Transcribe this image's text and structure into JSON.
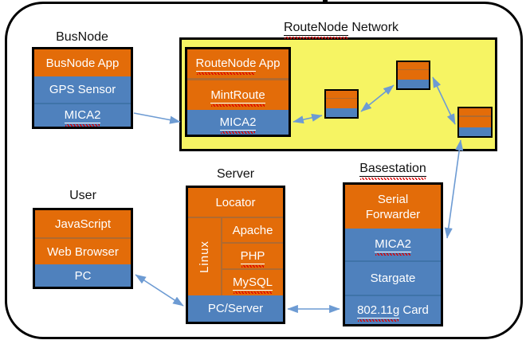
{
  "colors": {
    "orange": "#E36C09",
    "blue": "#4F81BD",
    "yellow": "#F6F463",
    "arrow": "#6D9BD3",
    "divider_orange": "#B06A30",
    "divider_blue": "#3F73A8",
    "squiggle": "#E00000"
  },
  "titles": {
    "busnode": "BusNode",
    "routenode_network_u": "RouteNode",
    "routenode_network_rest": " Network",
    "user": "User",
    "server": "Server",
    "basestation": "Basestation"
  },
  "busnode": {
    "app": "BusNode App",
    "gps": "GPS Sensor",
    "mica": "MICA2"
  },
  "routenode": {
    "app_u": "RouteNode",
    "app_rest": " App",
    "mint": "MintRoute",
    "mica": "MICA2"
  },
  "user": {
    "js": "JavaScript",
    "browser": "Web Browser",
    "pc": "PC"
  },
  "server": {
    "locator": "Locator",
    "linux": "Linux",
    "apache": "Apache",
    "php": "PHP",
    "mysql": "MySQL",
    "pcserver": "PC/Server"
  },
  "basestation": {
    "serial": "Serial Forwarder",
    "mica": "MICA2",
    "stargate": "Stargate",
    "card_u": "802.11g",
    "card_rest": " Card"
  }
}
